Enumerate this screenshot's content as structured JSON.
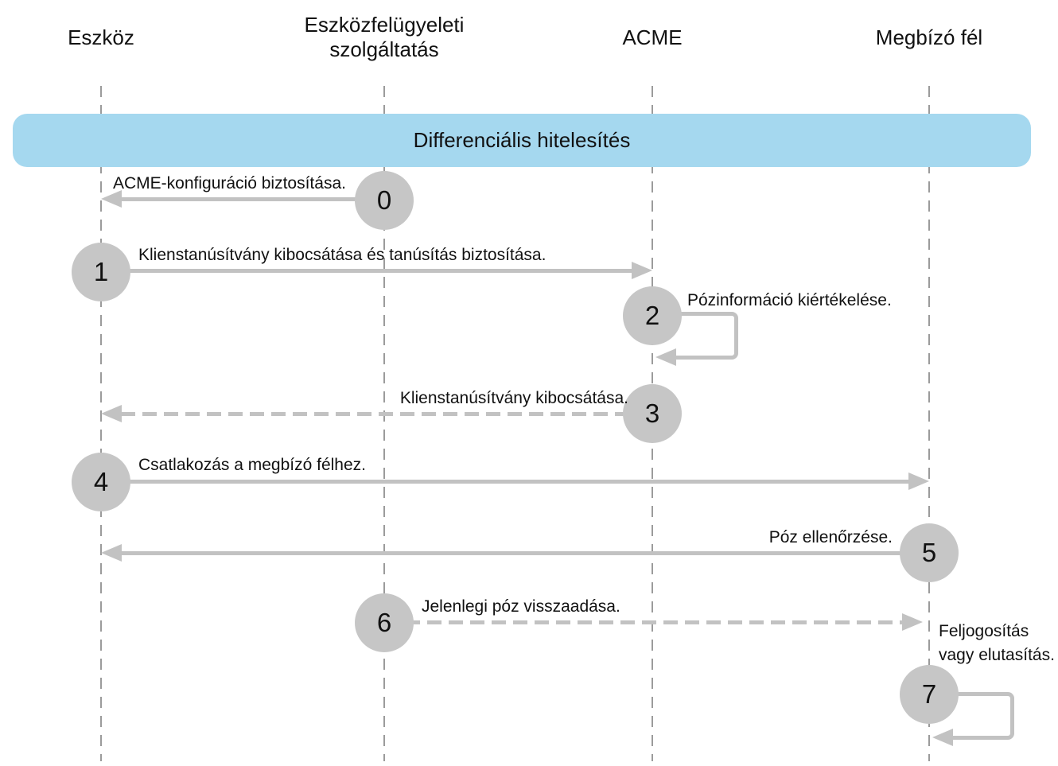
{
  "banner": {
    "title": "Differenciális hitelesítés"
  },
  "actors": [
    {
      "label": "Eszköz"
    },
    {
      "label": "Eszközfelügyeleti szolgáltatás"
    },
    {
      "label": "ACME"
    },
    {
      "label": "Megbízó fél"
    }
  ],
  "steps": [
    {
      "num": "0",
      "label": "ACME-konfiguráció biztosítása.",
      "direction": "left",
      "line": "solid"
    },
    {
      "num": "1",
      "label": "Klienstanúsítvány kibocsátása és tanúsítás biztosítása.",
      "direction": "right",
      "line": "solid"
    },
    {
      "num": "2",
      "label": "Pózinformáció kiértékelése.",
      "direction": "self",
      "line": "solid"
    },
    {
      "num": "3",
      "label": "Klienstanúsítvány kibocsátása.",
      "direction": "left",
      "line": "dashed"
    },
    {
      "num": "4",
      "label": "Csatlakozás a megbízó félhez.",
      "direction": "right",
      "line": "solid"
    },
    {
      "num": "5",
      "label": "Póz ellenőrzése.",
      "direction": "left",
      "line": "solid"
    },
    {
      "num": "6",
      "label": "Jelenlegi póz visszaadása.",
      "direction": "right",
      "line": "dashed"
    },
    {
      "num": "7",
      "label": "Feljogosítás vagy elutasítás.",
      "direction": "self",
      "line": "solid"
    }
  ],
  "colors": {
    "banner_bg": "#a5d8ef",
    "circle": "#c6c6c6",
    "arrow": "#c2c2c2",
    "lifeline": "#9b9b9b",
    "text": "#111111"
  }
}
